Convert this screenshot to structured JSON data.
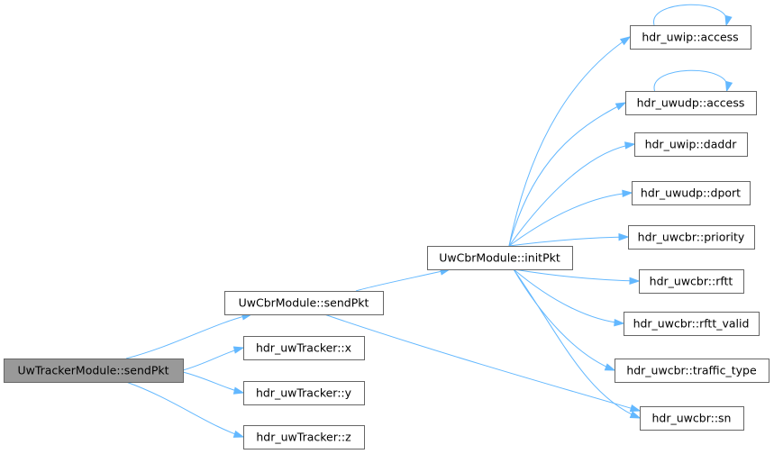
{
  "diagram": {
    "nodes": [
      {
        "id": "root",
        "label": "UwTrackerModule::sendPkt"
      },
      {
        "id": "sendPkt",
        "label": "UwCbrModule::sendPkt"
      },
      {
        "id": "x",
        "label": "hdr_uwTracker::x"
      },
      {
        "id": "y",
        "label": "hdr_uwTracker::y"
      },
      {
        "id": "z",
        "label": "hdr_uwTracker::z"
      },
      {
        "id": "initPkt",
        "label": "UwCbrModule::initPkt"
      },
      {
        "id": "uwip_access",
        "label": "hdr_uwip::access"
      },
      {
        "id": "uwudp_access",
        "label": "hdr_uwudp::access"
      },
      {
        "id": "daddr",
        "label": "hdr_uwip::daddr"
      },
      {
        "id": "dport",
        "label": "hdr_uwudp::dport"
      },
      {
        "id": "priority",
        "label": "hdr_uwcbr::priority"
      },
      {
        "id": "rftt",
        "label": "hdr_uwcbr::rftt"
      },
      {
        "id": "rftt_valid",
        "label": "hdr_uwcbr::rftt_valid"
      },
      {
        "id": "traffic_type",
        "label": "hdr_uwcbr::traffic_type"
      },
      {
        "id": "sn",
        "label": "hdr_uwcbr::sn"
      }
    ],
    "edges": [
      {
        "from": "root",
        "to": "sendPkt"
      },
      {
        "from": "root",
        "to": "x"
      },
      {
        "from": "root",
        "to": "y"
      },
      {
        "from": "root",
        "to": "z"
      },
      {
        "from": "sendPkt",
        "to": "initPkt"
      },
      {
        "from": "sendPkt",
        "to": "sn"
      },
      {
        "from": "initPkt",
        "to": "uwip_access"
      },
      {
        "from": "initPkt",
        "to": "uwudp_access"
      },
      {
        "from": "initPkt",
        "to": "daddr"
      },
      {
        "from": "initPkt",
        "to": "dport"
      },
      {
        "from": "initPkt",
        "to": "priority"
      },
      {
        "from": "initPkt",
        "to": "rftt"
      },
      {
        "from": "initPkt",
        "to": "rftt_valid"
      },
      {
        "from": "initPkt",
        "to": "traffic_type"
      },
      {
        "from": "initPkt",
        "to": "sn"
      },
      {
        "from": "uwip_access",
        "to": "uwip_access"
      },
      {
        "from": "uwudp_access",
        "to": "uwudp_access"
      }
    ]
  }
}
